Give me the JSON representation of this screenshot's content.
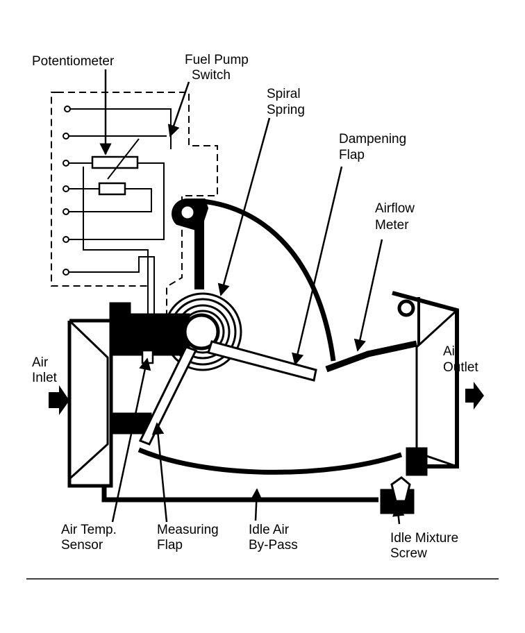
{
  "labels": {
    "potentiometer": "Potentiometer",
    "fuel_pump_switch": [
      "Fuel Pump",
      "Switch"
    ],
    "spiral_spring": [
      "Spiral",
      "Spring"
    ],
    "dampening_flap": [
      "Dampening",
      "Flap"
    ],
    "airflow_meter": [
      "Airflow",
      "Meter"
    ],
    "air_inlet": [
      "Air",
      "Inlet"
    ],
    "air_outlet": [
      "Air",
      "Outlet"
    ],
    "air_temp_sensor": [
      "Air Temp.",
      "Sensor"
    ],
    "measuring_flap": [
      "Measuring",
      "Flap"
    ],
    "idle_air_bypass": [
      "Idle Air",
      "By-Pass"
    ],
    "idle_mixture_screw": [
      "Idle Mixture",
      "Screw"
    ]
  },
  "colors": {
    "ink": "#000000",
    "paper": "#ffffff"
  }
}
